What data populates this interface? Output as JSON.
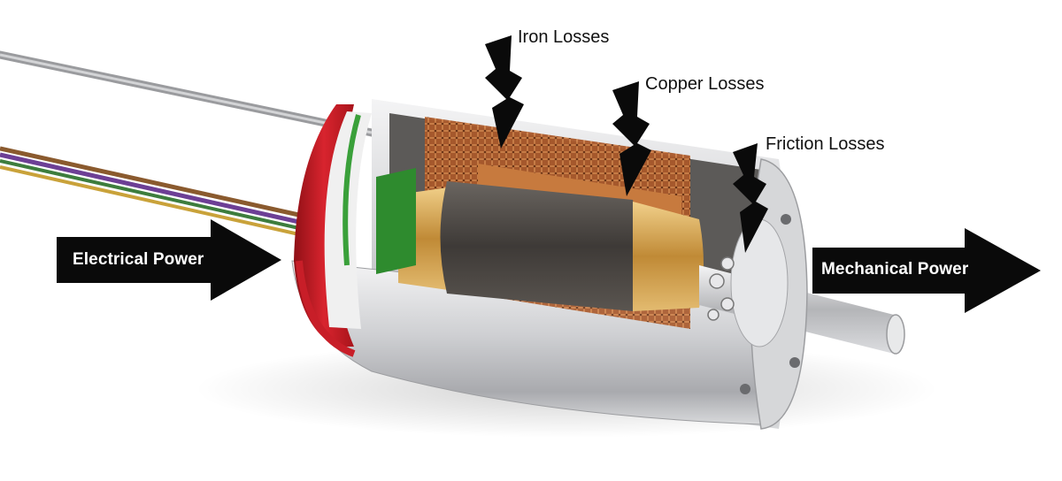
{
  "labels": {
    "electrical_power": "Electrical Power",
    "mechanical_power": "Mechanical Power",
    "iron_losses": "Iron Losses",
    "copper_losses": "Copper Losses",
    "friction_losses": "Friction Losses"
  },
  "colors": {
    "arrow": "#0a0a0a",
    "housing": "#c9c9cc",
    "end_cap": "#c81e28",
    "copper": "#b5652d",
    "rotor_core": "#4a4643",
    "pcb": "#2e8b2e"
  },
  "icons": [
    "lightning-bolt-icon",
    "arrow-right-icon"
  ]
}
